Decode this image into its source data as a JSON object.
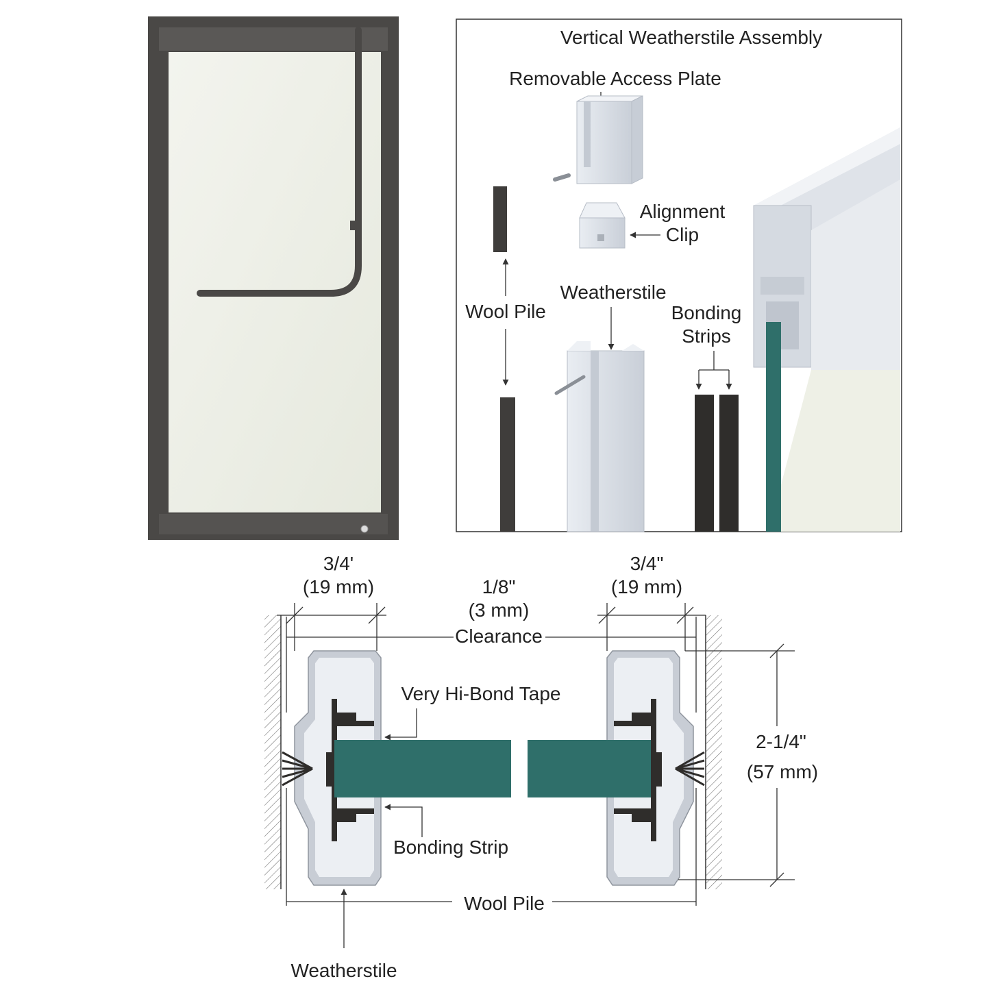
{
  "assembly": {
    "title": "Vertical Weatherstile Assembly",
    "labels": {
      "access_plate": "Removable Access Plate",
      "alignment_clip_1": "Alignment",
      "alignment_clip_2": "Clip",
      "wool_pile": "Wool Pile",
      "weatherstile": "Weatherstile",
      "bonding_strips_1": "Bonding",
      "bonding_strips_2": "Strips"
    }
  },
  "section": {
    "left_width_1": "3/4'",
    "left_width_2": "(19 mm)",
    "right_width_1": "3/4\"",
    "right_width_2": "(19 mm)",
    "clearance_1": "1/8\"",
    "clearance_2": "(3 mm)",
    "clearance_3": "Clearance",
    "height_1": "2-1/4\"",
    "height_2": "(57 mm)",
    "tape": "Very Hi-Bond Tape",
    "bonding_strip": "Bonding Strip",
    "wool_pile": "Wool Pile",
    "weatherstile": "Weatherstile"
  },
  "colors": {
    "door_frame": "#4a4846",
    "glass": "#eef0e6",
    "glass_edge": "#2f6f6a",
    "aluminum": "#d6dbe2",
    "pile": "#2f2d2b"
  }
}
